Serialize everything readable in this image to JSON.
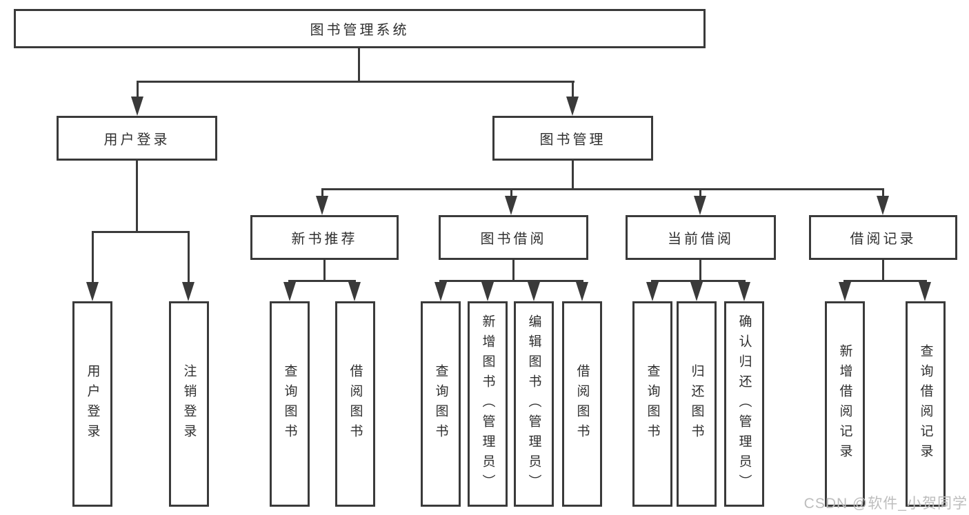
{
  "colors": {
    "line": "#3a3a3a",
    "text": "#2f2f2f",
    "watermark": "#bdbdbd",
    "background": "#ffffff"
  },
  "watermark": {
    "text": "CSDN @软件_小贺同学"
  },
  "tree": {
    "root": {
      "label": "图书管理系统"
    },
    "user_login": {
      "label": "用户登录",
      "children": [
        {
          "label": "用户登录"
        },
        {
          "label": "注销登录"
        }
      ]
    },
    "book_management": {
      "label": "图书管理",
      "children": [
        {
          "label": "新书推荐",
          "children": [
            {
              "label": "查询图书"
            },
            {
              "label": "借阅图书"
            }
          ]
        },
        {
          "label": "图书借阅",
          "children": [
            {
              "label": "查询图书"
            },
            {
              "label": "新增图书（管理员）"
            },
            {
              "label": "编辑图书（管理员）"
            },
            {
              "label": "借阅图书"
            }
          ]
        },
        {
          "label": "当前借阅",
          "children": [
            {
              "label": "查询图书"
            },
            {
              "label": "归还图书"
            },
            {
              "label": "确认归还（管理员）"
            }
          ]
        },
        {
          "label": "借阅记录",
          "children": [
            {
              "label": "新增借阅记录"
            },
            {
              "label": "查询借阅记录"
            }
          ]
        }
      ]
    }
  }
}
